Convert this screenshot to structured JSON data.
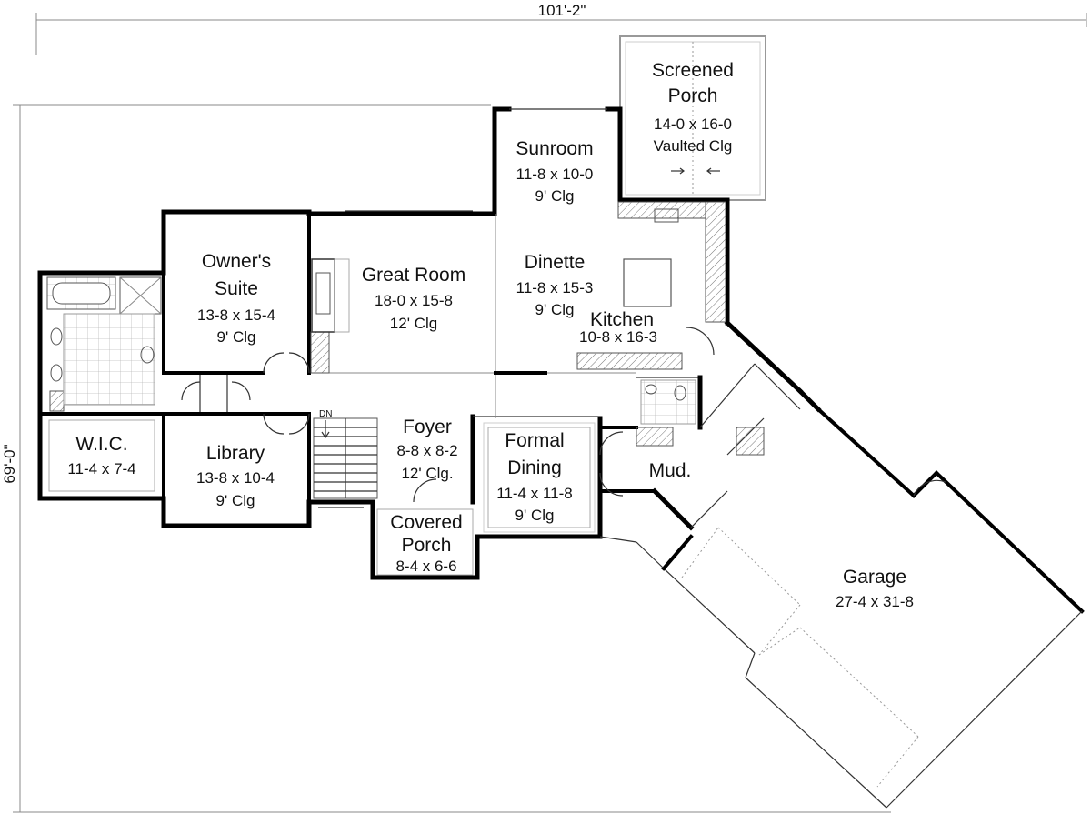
{
  "dimensions": {
    "overall_width": "101'-2\"",
    "overall_depth": "69'-0\""
  },
  "rooms": {
    "screened_porch": {
      "name_line1": "Screened",
      "name_line2": "Porch",
      "size": "14-0 x 16-0",
      "ceiling": "Vaulted Clg"
    },
    "sunroom": {
      "name": "Sunroom",
      "size": "11-8 x 10-0",
      "ceiling": "9' Clg"
    },
    "owners_suite": {
      "name_line1": "Owner's",
      "name_line2": "Suite",
      "size": "13-8 x 15-4",
      "ceiling": "9' Clg"
    },
    "great_room": {
      "name": "Great Room",
      "size": "18-0 x 15-8",
      "ceiling": "12' Clg"
    },
    "dinette": {
      "name": "Dinette",
      "size": "11-8 x 15-3",
      "ceiling": "9' Clg"
    },
    "kitchen": {
      "name": "Kitchen",
      "size": "10-8 x 16-3"
    },
    "wic": {
      "name": "W.I.C.",
      "size": "11-4 x 7-4"
    },
    "library": {
      "name": "Library",
      "size": "13-8 x 10-4",
      "ceiling": "9' Clg"
    },
    "foyer": {
      "name": "Foyer",
      "size": "8-8 x 8-2",
      "ceiling": "12' Clg."
    },
    "formal_dining": {
      "name_line1": "Formal",
      "name_line2": "Dining",
      "size": "11-4 x 11-8",
      "ceiling": "9' Clg"
    },
    "mud": {
      "name": "Mud."
    },
    "covered_porch": {
      "name_line1": "Covered",
      "name_line2": "Porch",
      "size": "8-4 x 6-6"
    },
    "garage": {
      "name": "Garage",
      "size": "27-4 x 31-8"
    }
  },
  "stair_label": "DN"
}
